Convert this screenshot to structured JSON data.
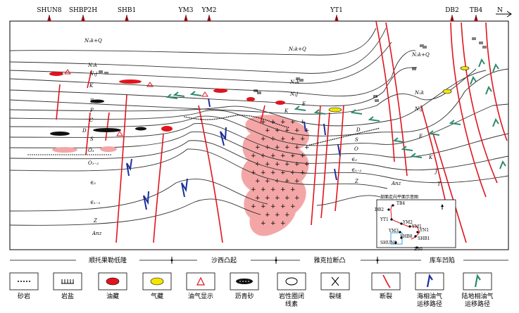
{
  "wells": [
    "SHUN8",
    "SHBP2H",
    "SHB1",
    "YM3",
    "YM2",
    "YT1",
    "DB2",
    "TB4"
  ],
  "north_label": "N",
  "strata": {
    "n2k_q_left": "N₂k+Q",
    "n2k_q_mid": "N₂k+Q",
    "n2k_q_right": "N₂k+Q",
    "n1k_left": "N₁k",
    "n1j_left": "N₁j",
    "k_left": "K",
    "t_left": "T",
    "p_left": "P",
    "c_left": "C",
    "d_left": "D",
    "s_left": "S",
    "o1_left": "O₃",
    "o12_left": "O₁₋₂",
    "e3_left": "∈₃",
    "e12_left": "∈₁₋₂",
    "z_left": "Z",
    "anz_left": "Anz",
    "n1k_mid": "N₁k",
    "n1j_mid": "N₁j",
    "k_mid": "K",
    "e_mid": "E",
    "d_mid": "D",
    "s_mid": "S",
    "o_mid": "O",
    "e3_mid": "∈₃",
    "e12_mid": "∈₁₋₂",
    "z_mid": "Z",
    "n1k_right": "N₁k",
    "n1j_right": "N₁j",
    "e_right": "E",
    "k_right": "K",
    "j_right": "J",
    "t_right": "T",
    "anz_right": "Anz"
  },
  "inset": {
    "title": "部面走向平面示意图",
    "wells": [
      "TB4",
      "DB2",
      "YT1",
      "YM2",
      "YM1",
      "YM3",
      "YN1",
      "SHB1",
      "SHB8",
      "SHUN8",
      "Z30"
    ]
  },
  "regions": [
    "顺托果勒低隆",
    "沙西凸起",
    "雅克拉断凸",
    "库车凹陷"
  ],
  "legend": [
    {
      "label": "砂岩",
      "icon": "sandstone-icon"
    },
    {
      "label": "岩盐",
      "icon": "salt-icon"
    },
    {
      "label": "油藏",
      "icon": "oil-reservoir-icon"
    },
    {
      "label": "气藏",
      "icon": "gas-reservoir-icon"
    },
    {
      "label": "油气显示",
      "icon": "oil-gas-show-icon"
    },
    {
      "label": "沥青砂",
      "icon": "bitumen-sand-icon"
    },
    {
      "label": "岩性圈闭\n线素",
      "icon": "lithologic-trap-icon"
    },
    {
      "label": "裂缝",
      "icon": "fracture-icon"
    },
    {
      "label": "断裂",
      "icon": "fault-icon"
    },
    {
      "label": "海相油气\n运移路径",
      "icon": "marine-migration-icon"
    },
    {
      "label": "陆地相油气\n运移路径",
      "icon": "continental-migration-icon"
    }
  ],
  "colors": {
    "fault": "#e0141e",
    "granite": "#f4a6a6",
    "marine_path": "#1c2f9a",
    "continental_path": "#2e8a6c",
    "oil": "#e0141e",
    "gas": "#f2e600"
  }
}
